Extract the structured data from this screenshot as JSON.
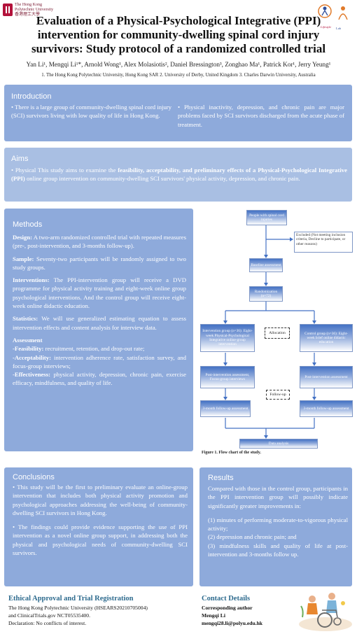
{
  "header": {
    "logo_left_text": [
      "The Hong Kong",
      "Polytechnic University",
      "香港理工大學"
    ],
    "title": "Evaluation of a Physical-Psychological Integrative (PPI) intervention for community-dwelling spinal cord injury survivors: Study protocol of a randomized controlled trial",
    "authors": "Yan Li¹, Mengqi Li¹*, Arnold Wong¹, Alex Molasiotis², Daniel Bressington³, Zonghao Ma¹, Patrick Kor¹, Jerry Yeung¹",
    "affiliations": "1. The Hong Kong Polytechnic University, Hong Kong SAR   2. University of Derby, United Kingdom   3. Charles Darwin University, Australia"
  },
  "introduction": {
    "title": "Introduction",
    "col1": "• There is a large group of community-dwelling spinal cord injury (SCI) survivors living with low quality of life in Hong Kong.",
    "col2": "• Physical inactivity, depression, and chronic pain are major problems faced by SCI survivors discharged from the acute phase of treatment."
  },
  "aims": {
    "title": "Aims",
    "prefix": "• Physical This study aims to examine the ",
    "bold": "feasibility, acceptability, and preliminary effects of a Physical-Psychological Integrative (PPI)",
    "suffix": " online group intervention on community-dwelling SCI survivors' physical activity, depression, and chronic pain."
  },
  "methods": {
    "title": "Methods",
    "design_label": "Design:",
    "design": " A two-arm randomized controlled trial with repeated measures (pre-, post-intervention, and 3-months follow-up).",
    "sample_label": "Sample:",
    "sample": " Seventy-two participants will be randomly assigned to two study groups.",
    "interventions_label": "Interventions:",
    "interventions": " The PPI-intervention group will receive a DVD programme for physical activity training and eight-week online group psychological interventions. And the control group will receive eight-week online didactic education.",
    "statistics_label": "Statistics:",
    "statistics": " We will use generalized estimating equation to assess intervention effects and content analysis for interview data.",
    "assessment_label": "Assessment",
    "feasibility_label": "-Feasibility:",
    "feasibility": " recruitment, retention, and drop-out rate;",
    "acceptability_label": "-Acceptability:",
    "acceptability": " intervention adherence rate, satisfaction survey, and focus-group interviews;",
    "effectiveness_label": "-Effectiveness:",
    "effectiveness": " physical activity, depression, chronic pain, exercise efficacy, mindfulness, and quality of life."
  },
  "flowchart": {
    "people": "People with spinal cord injuries",
    "excluded": "Excluded (Not meeting inclusion criteria, Decline to participate, or other reasons)",
    "baseline": "Baseline assessment",
    "randomization": "Randomization (n=72)",
    "intervention": "Intervention group (n=36): Eight-week Physical-Psychological Integrative online-group intervention",
    "allocation": "Allocation",
    "control": "Control group (n=36): Eight-week brief online didactic education",
    "post_left": "Post-intervention assessment, Focus-group interviews",
    "post_right": "Post-intervention assessment",
    "followup_label": "Follow-up",
    "followup_left": "3-month follow-up assessment",
    "followup_right": "3-month follow-up assessment",
    "analysis": "Data analysis",
    "caption": "Figure 1. Flow chart of the study."
  },
  "conclusions": {
    "title": "Conclusions",
    "p1": "• This study will be the first to preliminary evaluate an online-group intervention that includes both physical activity promotion and psychological approaches addressing the well-being of community-dwelling SCI survivors in Hong Kong.",
    "p2": "• The findings could provide evidence supporting the use of PPI intervention as a novel online group support, in addressing both the physical and psychological needs of community-dwelling SCI survivors."
  },
  "results": {
    "title": "Results",
    "intro": "Compared with those in the control group, participants in the PPI intervention group will possibly indicate significantly greater improvements in:",
    "l1": "(1) minutes of performing moderate-to-vigorous physical activity;",
    "l2": "(2) depression and chronic pain; and",
    "l3": "(3) mindfulness skills and quality of life at post-intervention and 3-months follow up."
  },
  "ethics": {
    "title": "Ethical Approval and Trial Registration",
    "line1": "The Hong Kong Polytechnic University (HSEARS20210705004)",
    "line2": "and ClinicalTrials.gov NCT05535400.",
    "line3": "Declaration: No conflicts of interest."
  },
  "contact": {
    "title": "Contact Details",
    "role": "Corresponding author",
    "name": "Mengqi Li",
    "email": "mengqi28.li@polyu.edu.hk"
  },
  "colors": {
    "panel": "#8eaadb",
    "panel_light": "#b4c7e7",
    "heading": "#2e6b8e",
    "flow_blue": "#4472c4"
  }
}
